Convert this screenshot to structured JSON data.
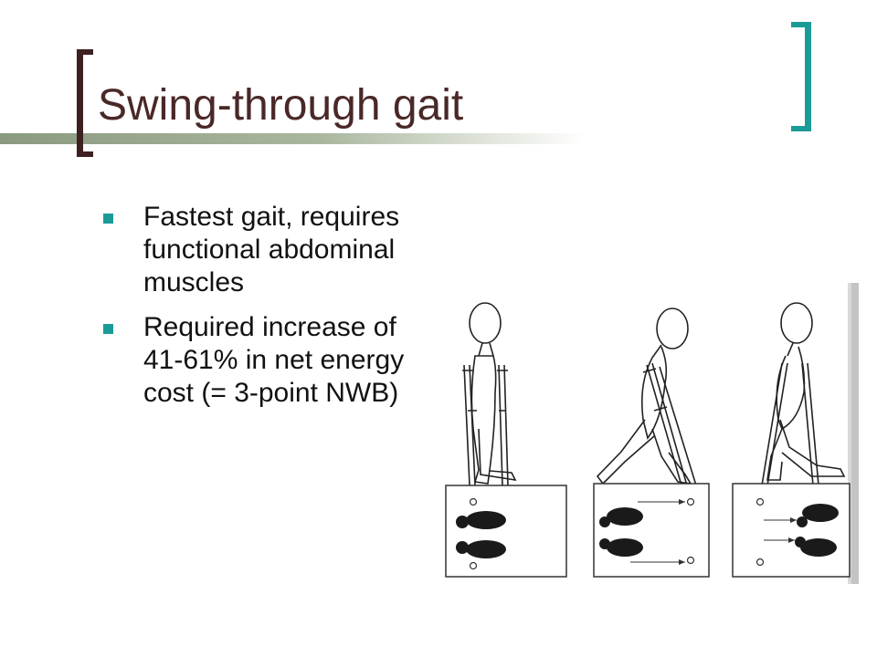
{
  "slide": {
    "title": "Swing-through gait",
    "bullets": [
      {
        "text": "Fastest gait, requires functional abdominal muscles"
      },
      {
        "text": "Required increase of 41-61% in net energy cost (= 3-point NWB)"
      }
    ]
  },
  "colors": {
    "title_text": "#4a2828",
    "left_bracket": "#3d2020",
    "right_bracket": "#1b9b98",
    "bullet_marker": "#1b9b98",
    "title_bar": "#8a9a80"
  }
}
